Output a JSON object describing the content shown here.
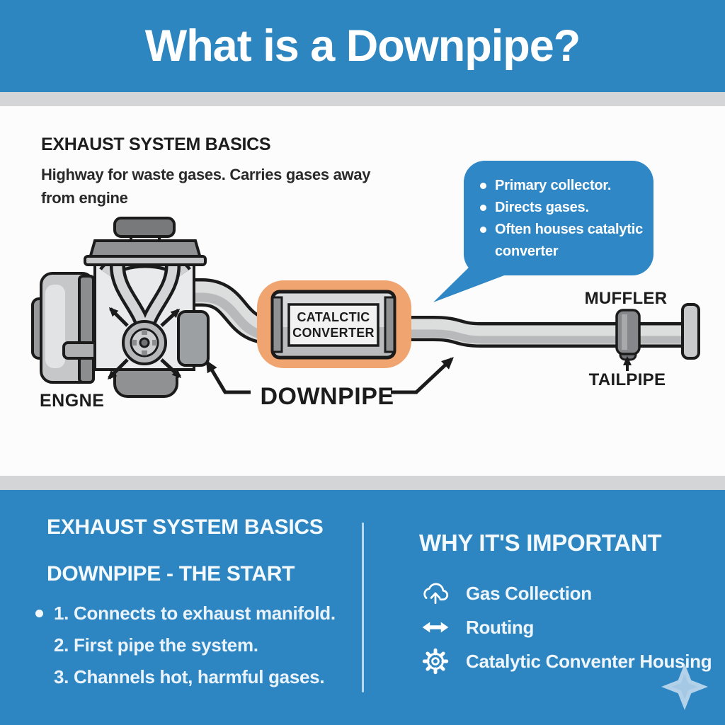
{
  "header": {
    "title": "What is a Downpipe?"
  },
  "intro": {
    "heading": "EXHAUST SYSTEM BASICS",
    "line1": "Highway for waste gases. Carries gases away",
    "line2": "from engine"
  },
  "bubble": {
    "items": [
      "Primary collector.",
      "Directs gases.",
      "Often houses catalytic converter"
    ]
  },
  "diagram": {
    "engine_label": "ENGNE",
    "downpipe_label": "DOWNPIPE",
    "cat_line1": "CATALCTIC",
    "cat_line2": "CONVERTER",
    "muffler_label": "MUFFLER",
    "tailpipe_label": "TAILPIPE"
  },
  "bottom": {
    "left": {
      "heading": "EXHAUST SYSTEM BASICS",
      "subheading": "DOWNPIPE - THE START",
      "items": [
        "1. Connects to exhaust manifold.",
        "2. First pipe the system.",
        "3. Channels hot, harmful gases."
      ]
    },
    "right": {
      "heading": "WHY IT'S IMPORTANT",
      "items": [
        {
          "icon": "cloud-upload-icon",
          "label": "Gas Collection"
        },
        {
          "icon": "double-arrow-icon",
          "label": "Routing"
        },
        {
          "icon": "gear-icon",
          "label": "Catalytic Conventer Housing"
        }
      ]
    }
  },
  "colors": {
    "blue": "#2e86c1",
    "bubble_blue": "#2f88c5",
    "band_grey": "#d3d5d6",
    "orange_highlight": "#f0a470",
    "outline": "#1b1b1b",
    "sparkle": "#b3d2e9"
  }
}
